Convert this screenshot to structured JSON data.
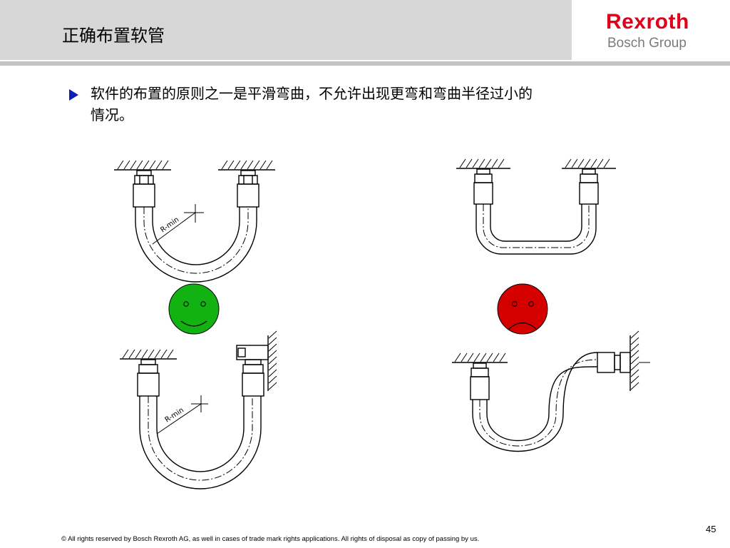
{
  "header": {
    "title": "正确布置软管",
    "logo": {
      "main": "Rexroth",
      "sub": "Bosch Group"
    }
  },
  "bullet": {
    "line1": "软件的布置的原则之一是平滑弯曲，不允许出现更弯和弯曲半径过小的",
    "line2": "情况。"
  },
  "diagram": {
    "radius_label": "R-min",
    "good_face_color": "#13b213",
    "bad_face_color": "#d40000",
    "good_face_icon": "smiley-icon",
    "bad_face_icon": "frown-icon"
  },
  "footer": {
    "copyright": "© All rights reserved by Bosch Rexroth AG, as well in cases of trade mark rights applications. All rights of disposal as copy of passing by us.",
    "page_number": "45"
  }
}
